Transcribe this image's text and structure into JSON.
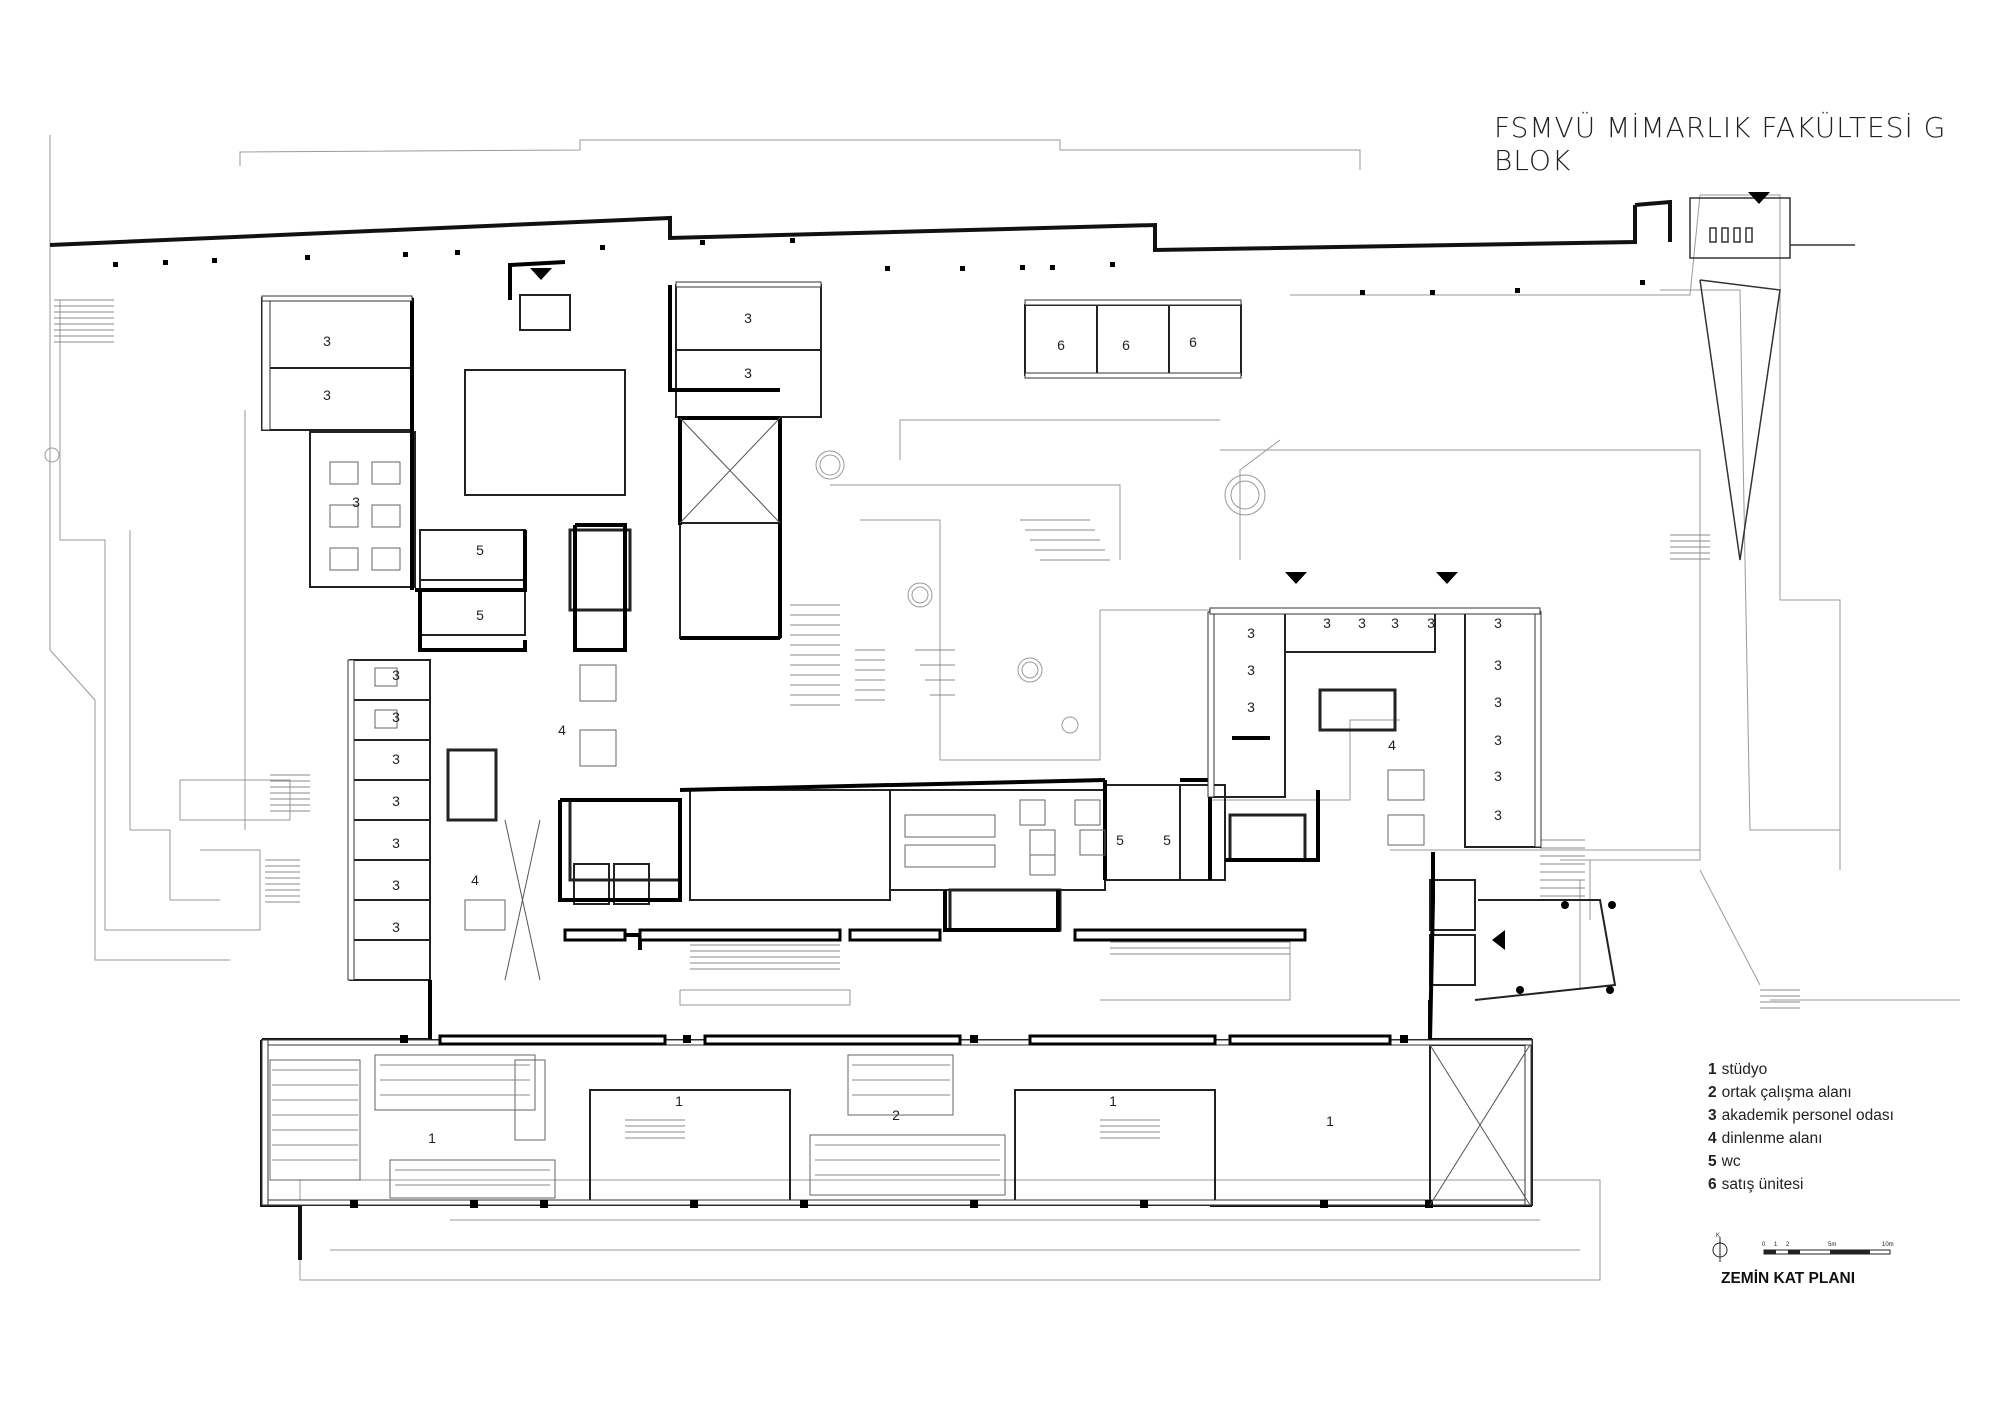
{
  "title": "FSMVÜ MİMARLIK FAKÜLTESİ G BLOK",
  "legend": [
    {
      "num": "1",
      "label": "stüdyo"
    },
    {
      "num": "2",
      "label": "ortak çalışma alanı"
    },
    {
      "num": "3",
      "label": "akademik personel odası"
    },
    {
      "num": "4",
      "label": "dinlenme alanı"
    },
    {
      "num": "5",
      "label": "wc"
    },
    {
      "num": "6",
      "label": "satış ünitesi"
    }
  ],
  "plan_label": "ZEMİN KAT PLANI",
  "north_label": "K",
  "scale_labels": [
    "0",
    "1",
    "2",
    "5m",
    "10m"
  ],
  "rooms": [
    "3",
    "3",
    "3",
    "3",
    "3",
    "3",
    "3",
    "3",
    "3",
    "3",
    "3",
    "3",
    "3",
    "3",
    "3",
    "3",
    "3",
    "3",
    "3",
    "3",
    "3",
    "3",
    "3",
    "3",
    "3",
    "4",
    "4",
    "4",
    "5",
    "5",
    "5",
    "5",
    "6",
    "6",
    "6",
    "1",
    "1",
    "1",
    "1",
    "2"
  ]
}
